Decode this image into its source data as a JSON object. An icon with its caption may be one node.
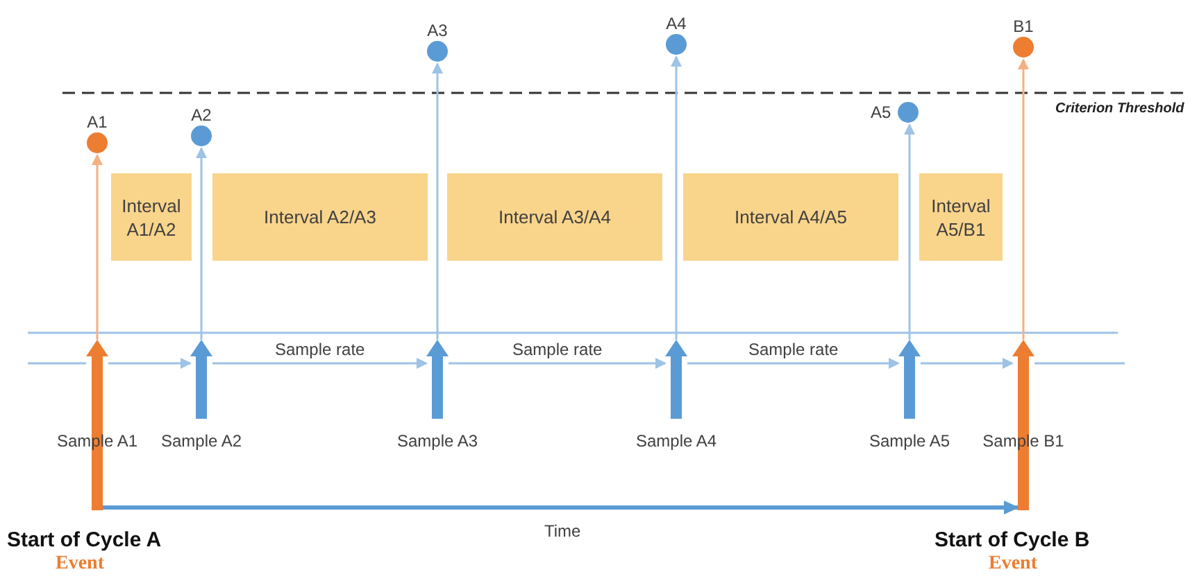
{
  "diagram": {
    "nodes": [
      {
        "text": [
          "A1"
        ]
      },
      {
        "text": [
          "A2"
        ]
      },
      {
        "text": [
          "A3"
        ]
      },
      {
        "text": [
          "A4"
        ]
      },
      {
        "text": [
          "A5"
        ]
      },
      {
        "text": [
          "B1"
        ]
      },
      {
        "text": [
          "Interval A1/A2"
        ]
      },
      {
        "text": [
          "Interval A2/A3"
        ]
      },
      {
        "text": [
          "Interval A3/A4"
        ]
      },
      {
        "text": [
          "Interval A4/A5"
        ]
      },
      {
        "text": [
          "Interval A5/B1"
        ]
      },
      {
        "text": [
          "Sample A1"
        ]
      },
      {
        "text": [],
        "shape": "arrow",
        "beside": [
          "Sample A2"
        ]
      },
      {
        "text": [],
        "shape": "arrow",
        "beside": [
          "Sample A3"
        ]
      },
      {
        "text": [],
        "shape": "arrow",
        "beside": [
          "Sample A4"
        ]
      },
      {
        "text": [],
        "shape": "arrow",
        "beside": [
          "Sample A5"
        ]
      },
      {
        "text": [
          "Sample B1"
        ]
      }
    ],
    "edges": [
      {
        "from": 11,
        "to": 0,
        "arrow": "to",
        "color": "#f4b183"
      },
      {
        "from": 12,
        "to": 1,
        "arrow": "to"
      },
      {
        "from": 13,
        "to": 2,
        "arrow": "to"
      },
      {
        "from": 14,
        "to": 3,
        "arrow": "to"
      },
      {
        "from": 15,
        "to": 4,
        "arrow": "to"
      },
      {
        "from": 16,
        "to": 5,
        "arrow": "to",
        "color": "#f4b183"
      },
      {
        "from": null,
        "to": 11,
        "arrow": "none"
      },
      {
        "from": 11,
        "to": 12,
        "arrow": "to"
      },
      {
        "from": 12,
        "to": 13,
        "arrow": "to",
        "label": "Sample rate"
      },
      {
        "from": 13,
        "to": 14,
        "arrow": "to",
        "label": "Sample rate"
      },
      {
        "from": 14,
        "to": 15,
        "arrow": "to",
        "label": "Sample rate"
      },
      {
        "from": 15,
        "to": 16,
        "arrow": "to"
      },
      {
        "from": 16,
        "to": null,
        "arrow": "none"
      },
      {
        "from": 11,
        "to": 16,
        "arrow": "to",
        "style": "thick",
        "color": "#5b9bd5"
      }
    ],
    "labels": [
      "Criterion Threshold",
      "Start of Cycle A",
      "Time",
      "Start of Cycle B",
      "Event",
      "Event"
    ]
  }
}
